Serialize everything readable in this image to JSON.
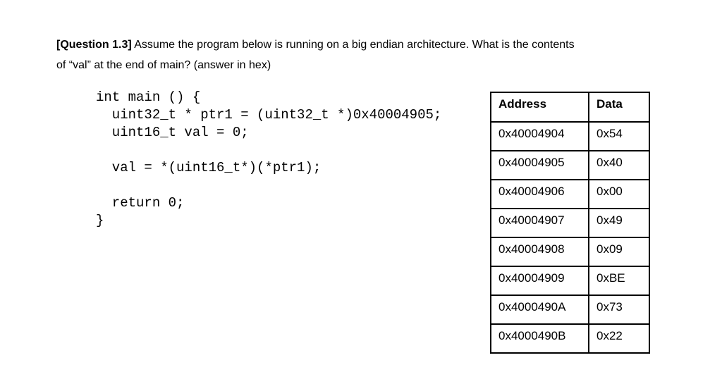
{
  "question": {
    "prefix": "[Question 1.3]",
    "line1_rest": "Assume the program below is running on a big endian architecture. What is the contents",
    "line2": "of “val” at the end of main? (answer in hex)"
  },
  "code": {
    "text": "int main () {\n  uint32_t * ptr1 = (uint32_t *)0x40004905;\n  uint16_t val = 0;\n\n  val = *(uint16_t*)(*ptr1);\n\n  return 0;\n}"
  },
  "table": {
    "headers": [
      "Address",
      "Data"
    ],
    "rows": [
      [
        "0x40004904",
        "0x54"
      ],
      [
        "0x40004905",
        "0x40"
      ],
      [
        "0x40004906",
        "0x00"
      ],
      [
        "0x40004907",
        "0x49"
      ],
      [
        "0x40004908",
        "0x09"
      ],
      [
        "0x40004909",
        "0xBE"
      ],
      [
        "0x4000490A",
        "0x73"
      ],
      [
        "0x4000490B",
        "0x22"
      ]
    ]
  },
  "colors": {
    "background": "#ffffff",
    "text": "#000000",
    "table_border": "#000000"
  }
}
